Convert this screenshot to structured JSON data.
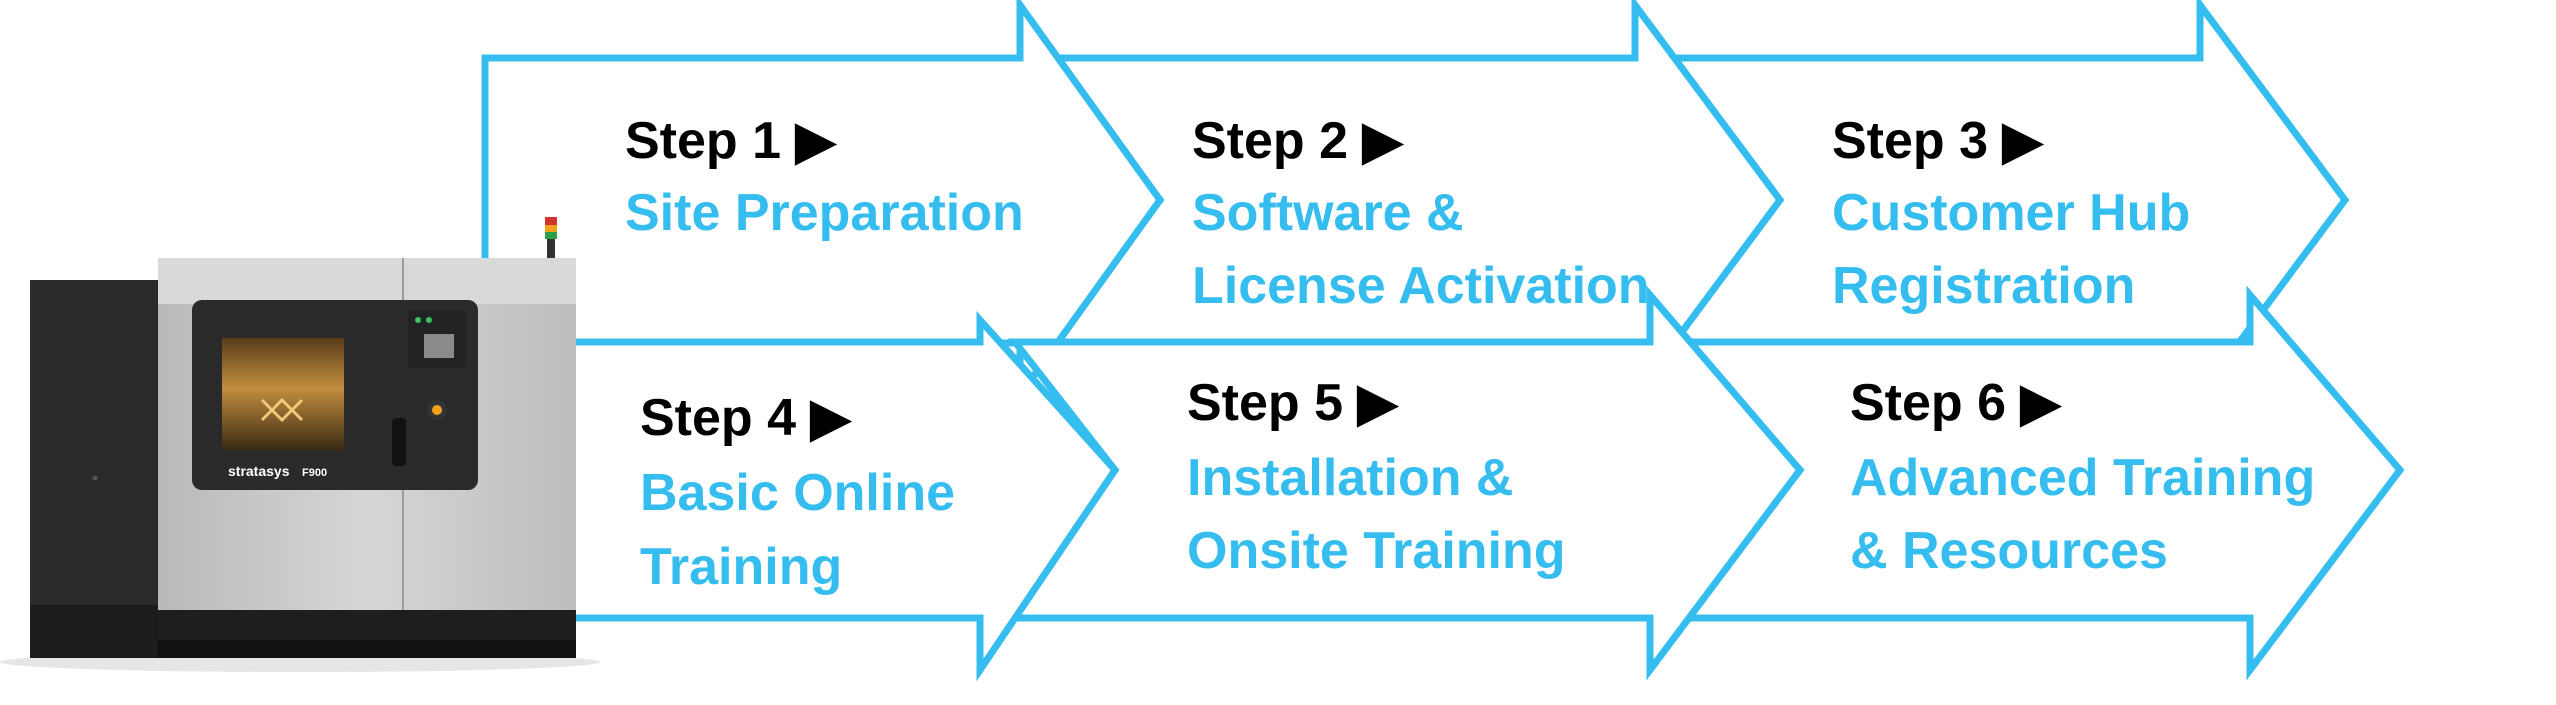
{
  "colors": {
    "accent": "#35bdf0",
    "heading": "#000000",
    "printer_body": "#c7c7c7",
    "printer_dark": "#2b2b2b"
  },
  "printer": {
    "brand": "stratasys",
    "model": "F900",
    "status_light_colors": [
      "#d0342c",
      "#f2a21a",
      "#2e9e47"
    ]
  },
  "steps": [
    {
      "heading": "Step 1 ▶",
      "lines": [
        "Site Preparation"
      ]
    },
    {
      "heading": "Step 2 ▶",
      "lines": [
        "Software &",
        "License Activation"
      ]
    },
    {
      "heading": "Step 3 ▶",
      "lines": [
        "Customer Hub",
        "Registration"
      ]
    },
    {
      "heading": "Step 4 ▶",
      "lines": [
        "Basic Online",
        "Training"
      ]
    },
    {
      "heading": "Step 5 ▶",
      "lines": [
        "Installation &",
        "Onsite Training"
      ]
    },
    {
      "heading": "Step 6 ▶",
      "lines": [
        "Advanced Training",
        "& Resources"
      ]
    }
  ]
}
